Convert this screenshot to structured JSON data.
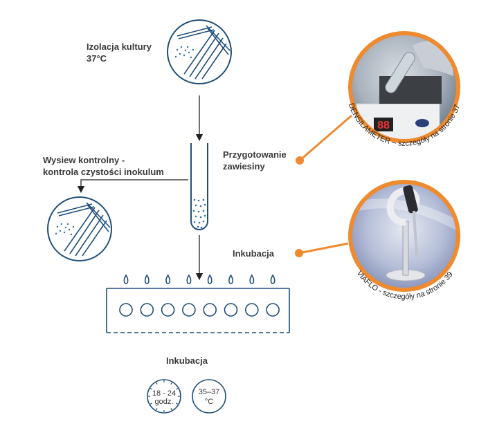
{
  "labels": {
    "isolation_line1": "Izolacja kultury",
    "isolation_line2": "37°C",
    "control_line1": "Wysiew kontrolny -",
    "control_line2": "kontrola czystości inokulum",
    "suspension_line1": "Przygotowanie",
    "suspension_line2": "zawiesiny",
    "incubation_mid": "Inkubacja",
    "incubation_bottom": "Inkubacja"
  },
  "badges": {
    "time_line1": "18 - 24",
    "time_line2": "godz.",
    "temp_line1": "35–37",
    "temp_line2": "°C"
  },
  "callouts": {
    "densilameter_caption": "DENSILAMETER – szczegóły na stronie 37",
    "densilameter_display": "88",
    "viaflo_caption": "VIAFLO - szczegóły na stronie 39"
  },
  "colors": {
    "navy": "#1f4e7a",
    "orange": "#ef8a2e",
    "dot_blue": "#2f6fae"
  }
}
